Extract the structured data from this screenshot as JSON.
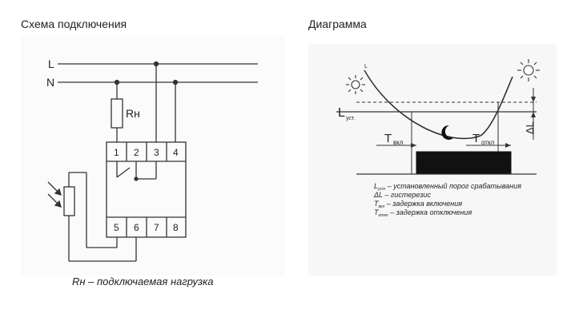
{
  "headings": {
    "wiring": "Схема подключения",
    "diagram": "Диаграмма"
  },
  "wiring": {
    "line_l": "L",
    "line_n": "N",
    "load_label": "Rн",
    "terminals_top": [
      "1",
      "2",
      "3",
      "4"
    ],
    "terminals_bottom": [
      "5",
      "6",
      "7",
      "8"
    ],
    "caption": "Rн – подключаемая нагрузка"
  },
  "diagram": {
    "curve_label": "L",
    "threshold_label": "L",
    "threshold_sub": "уст.",
    "hysteresis_label": "ΔL",
    "t_on_label": "T",
    "t_on_sub": "вкл",
    "t_off_label": "T",
    "t_off_sub": "откл",
    "legend": [
      {
        "sym": "L",
        "sub": "уст",
        "text": " – установленный порог срабатывания"
      },
      {
        "sym": "ΔL",
        "sub": "",
        "text": " – гистерезис"
      },
      {
        "sym": "T",
        "sub": "вкл",
        "text": " – задержка включения"
      },
      {
        "sym": "T",
        "sub": "откл",
        "text": " – задержка отключения"
      }
    ]
  }
}
